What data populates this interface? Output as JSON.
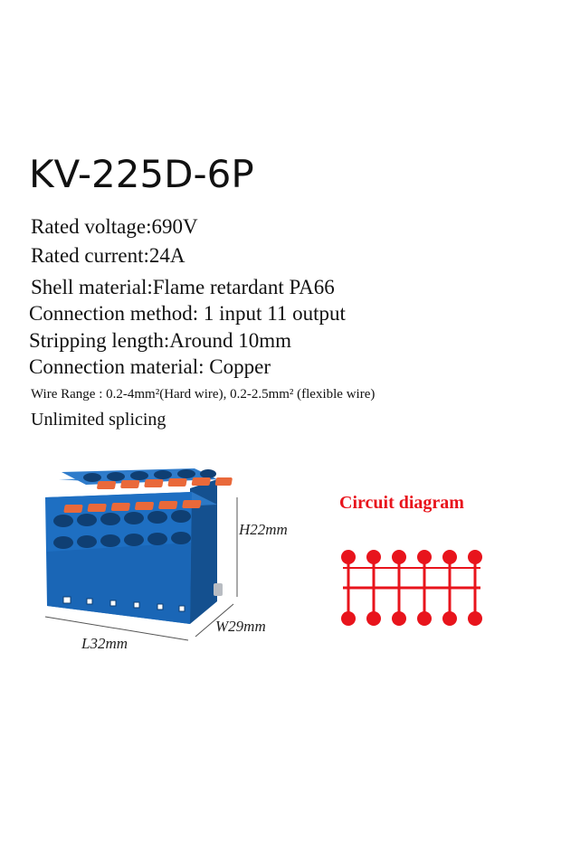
{
  "product": {
    "model": "KV-225D-6P",
    "specs": [
      "Rated voltage:690V",
      "Rated current:24A",
      "Shell material:Flame retardant PA66",
      "Connection method: 1 input 11 output",
      "Stripping length:Around 10mm",
      "Connection material: Copper",
      "Wire Range : 0.2-4mm²(Hard wire), 0.2-2.5mm² (flexible wire)",
      "Unlimited splicing"
    ],
    "dimensions": {
      "height": "H22mm",
      "width": "W29mm",
      "length": "L32mm"
    }
  },
  "circuit": {
    "title": "Circuit diagram",
    "terminals_per_row": 6,
    "color": "#e8141c"
  },
  "colors": {
    "housing": "#1e6fc2",
    "housing_dark": "#14508f",
    "lever": "#e9693a",
    "background": "#ffffff"
  }
}
